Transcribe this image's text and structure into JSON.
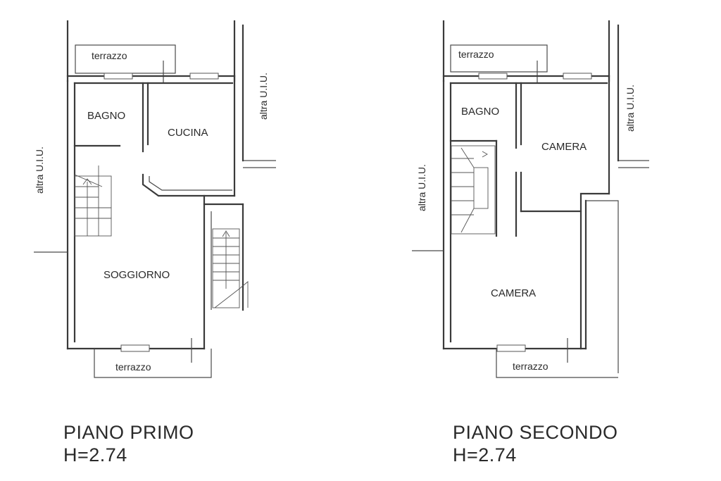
{
  "floor_first": {
    "rooms": {
      "terrace_top": "terrazzo",
      "bathroom": "BAGNO",
      "kitchen": "CUCINA",
      "living": "SOGGIORNO",
      "terrace_bottom": "terrazzo"
    },
    "side_labels": {
      "left": "altra U.I.U.",
      "right": "altra U.I.U."
    },
    "caption": {
      "name": "PIANO PRIMO",
      "height": "H=2.74"
    }
  },
  "floor_second": {
    "rooms": {
      "terrace_top": "terrazzo",
      "bathroom": "BAGNO",
      "bedroom_top": "CAMERA",
      "bedroom_bottom": "CAMERA",
      "terrace_bottom": "terrazzo"
    },
    "side_labels": {
      "left": "altra U.I.U.",
      "right": "altra U.I.U."
    },
    "caption": {
      "name": "PIANO SECONDO",
      "height": "H=2.74"
    }
  }
}
